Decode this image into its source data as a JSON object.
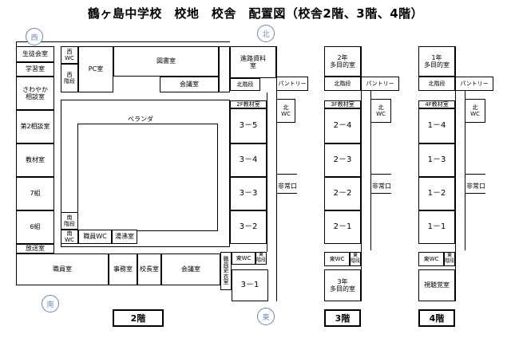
{
  "title": "鶴ヶ島中学校　校地　校舎　配置図（校舎2階、3階、4階）",
  "compass": {
    "west": "西",
    "north": "北",
    "south": "南",
    "east": "東"
  },
  "floor2": {
    "label": "2階",
    "rooms": {
      "seito_kaigi": "生徒会室",
      "gakushu": "学習室",
      "sawayaka": "さわやか\n相談室",
      "daini_sodan": "第2相談室",
      "kyozai": "教材室",
      "class7": "7組",
      "class6": "6組",
      "housou": "放送室",
      "shokuin": "職員室",
      "west_wc": "西\nWC",
      "west_stairs": "西\n階段",
      "pc": "PC室",
      "library": "図書室",
      "kaigi_top": "会議室",
      "shinro": "進路資料\n室",
      "north_stairs": "北階段",
      "pantry": "パントリー",
      "north_wc": "北\nWC",
      "kyozai_2f": "2F教材室",
      "r35": "3－5",
      "r34": "3－4",
      "r33": "3－3",
      "r32": "3－2",
      "r31": "3－1",
      "veranda": "ベランダ",
      "south_stairs": "南\n階段",
      "south_wc": "南\nWC",
      "staff_wc": "職員WC",
      "seiso": "湯沸室",
      "jimu": "事務室",
      "kocho": "校長室",
      "kaigi_bottom": "会議室",
      "koui": "職\n員\n更\n衣\n室",
      "east_wc": "東WC",
      "east_stairs": "東\n階段",
      "emergency": "非常口"
    }
  },
  "floor3": {
    "label": "3階",
    "rooms": {
      "tamokuteki_top": "2年\n多目的室",
      "north_stairs": "北階段",
      "pantry": "パントリー",
      "north_wc": "北\nWC",
      "kyozai": "3F教材室",
      "r24": "2－4",
      "r23": "2－3",
      "r22": "2－2",
      "r21": "2－1",
      "emergency": "非常口",
      "east_wc": "東WC",
      "east_stairs": "東\n階段",
      "tamokuteki_bottom": "3年\n多目的室"
    }
  },
  "floor4": {
    "label": "4階",
    "rooms": {
      "tamokuteki_top": "1年\n多目的室",
      "north_stairs": "北階段",
      "pantry": "パントリー",
      "north_wc": "北\nWC",
      "kyozai": "4F教材室",
      "r14": "1－4",
      "r13": "1－3",
      "r12": "1－2",
      "r11": "1－1",
      "emergency": "非常口",
      "east_wc": "東WC",
      "east_stairs": "東\n階段",
      "av": "視聴覚室"
    }
  }
}
